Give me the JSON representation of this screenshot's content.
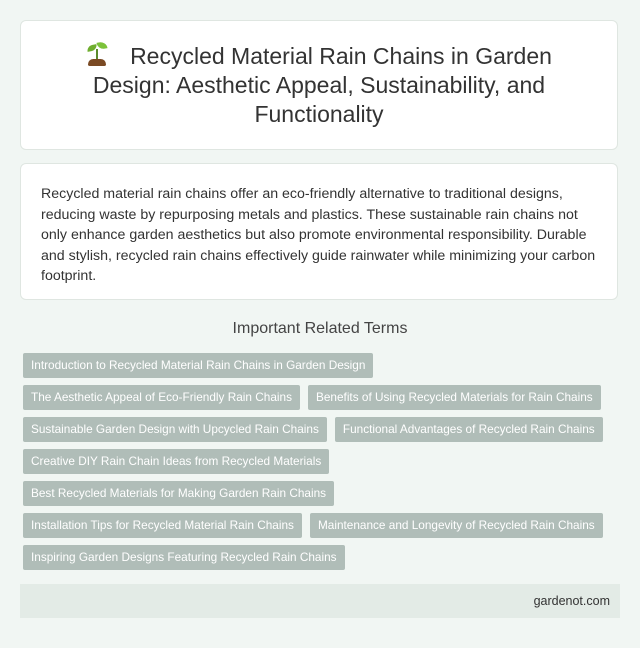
{
  "header": {
    "icon": "sprout-icon",
    "title": "Recycled Material Rain Chains in Garden Design: Aesthetic Appeal, Sustainability, and Functionality"
  },
  "summary": "Recycled material rain chains offer an eco-friendly alternative to traditional designs, reducing waste by repurposing metals and plastics. These sustainable rain chains not only enhance garden aesthetics but also promote environmental responsibility. Durable and stylish, recycled rain chains effectively guide rainwater while minimizing your carbon footprint.",
  "related": {
    "heading": "Important Related Terms",
    "terms": [
      "Introduction to Recycled Material Rain Chains in Garden Design",
      "The Aesthetic Appeal of Eco-Friendly Rain Chains",
      "Benefits of Using Recycled Materials for Rain Chains",
      "Sustainable Garden Design with Upcycled Rain Chains",
      "Functional Advantages of Recycled Rain Chains",
      "Creative DIY Rain Chain Ideas from Recycled Materials",
      "Best Recycled Materials for Making Garden Rain Chains",
      "Installation Tips for Recycled Material Rain Chains",
      "Maintenance and Longevity of Recycled Rain Chains",
      "Inspiring Garden Designs Featuring Recycled Rain Chains"
    ]
  },
  "footer": {
    "site": "gardenot.com"
  },
  "colors": {
    "background": "#f1f6f3",
    "tag": "#b0bdb8",
    "footer": "#e3ebe6"
  }
}
